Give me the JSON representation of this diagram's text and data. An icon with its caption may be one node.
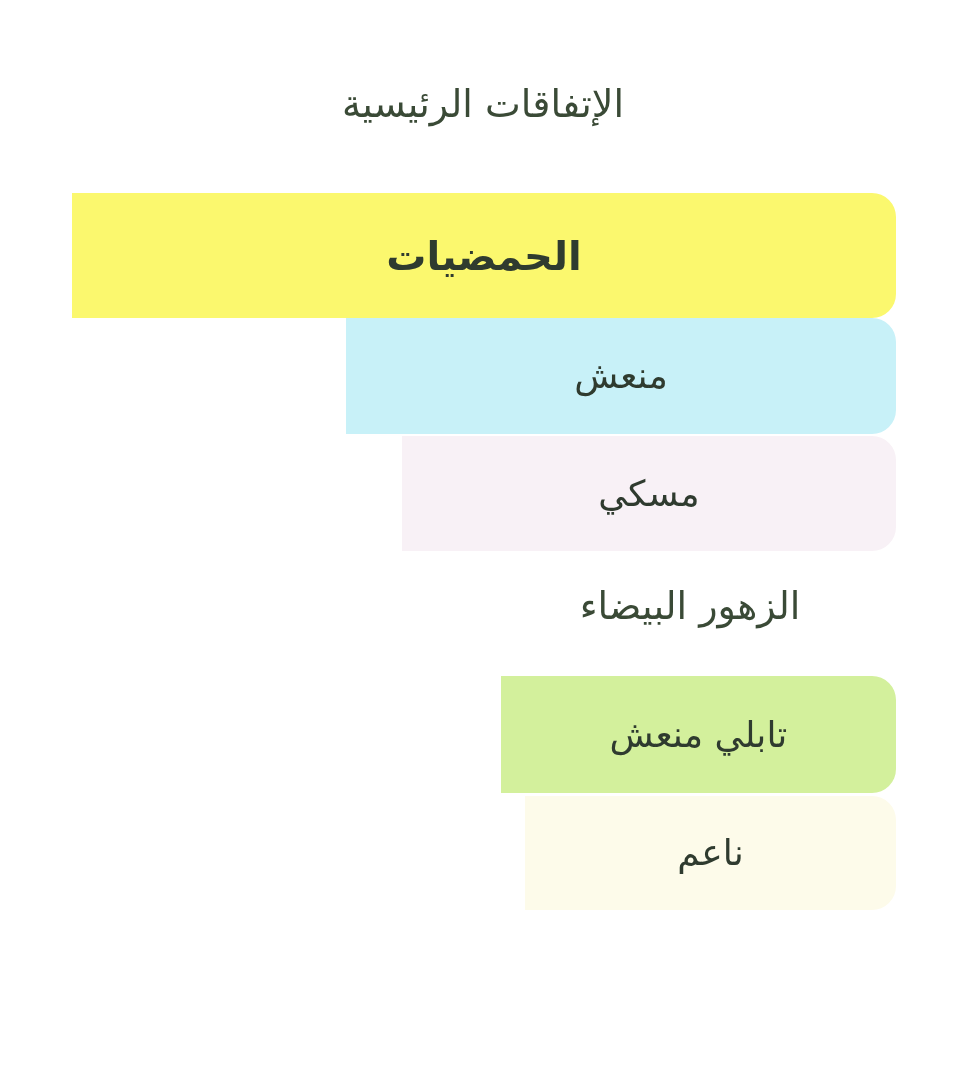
{
  "diagram": {
    "title": "الإتفاقات الرئيسية",
    "nodes": [
      {
        "text": [
          "الحمضيات"
        ]
      },
      {
        "text": [
          "منعش"
        ]
      },
      {
        "text": [
          "مسكي"
        ]
      },
      {
        "text": [
          "تابلي منعش"
        ]
      },
      {
        "text": [
          "ناعم"
        ]
      }
    ],
    "labels": [
      "الزهور البيضاء"
    ]
  }
}
